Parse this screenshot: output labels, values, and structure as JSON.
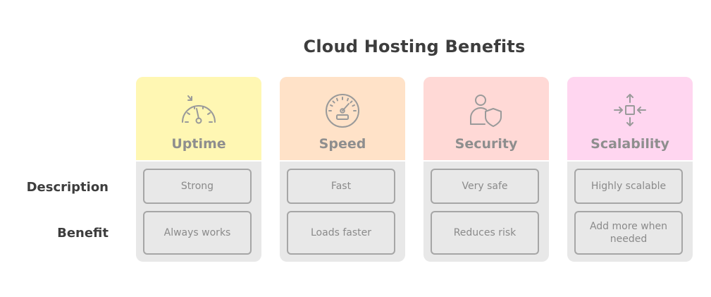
{
  "title": "Cloud Hosting Benefits",
  "row_labels": {
    "description": "Description",
    "benefit": "Benefit"
  },
  "columns": [
    {
      "name": "Uptime",
      "icon": "uptime-gauge-icon",
      "color": "#fff7b3",
      "description": "Strong",
      "benefit": "Always works"
    },
    {
      "name": "Speed",
      "icon": "speedometer-icon",
      "color": "#ffe2c8",
      "description": "Fast",
      "benefit": "Loads faster"
    },
    {
      "name": "Security",
      "icon": "user-shield-icon",
      "color": "#ffd9d6",
      "description": "Very safe",
      "benefit": "Reduces risk"
    },
    {
      "name": "Scalability",
      "icon": "expand-arrows-icon",
      "color": "#ffd6f0",
      "description": "Highly scalable",
      "benefit": "Add more when needed"
    }
  ]
}
